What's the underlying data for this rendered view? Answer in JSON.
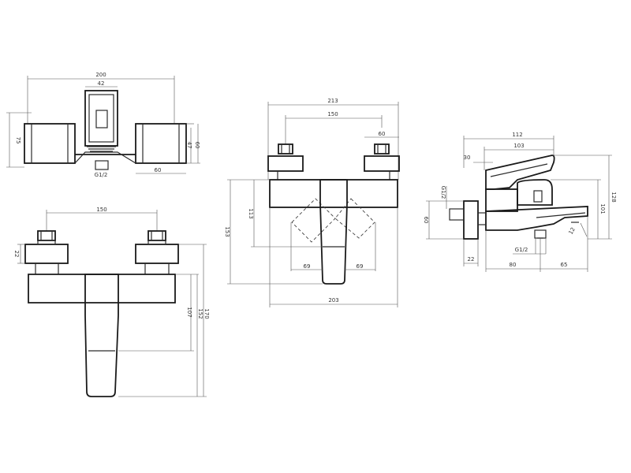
{
  "views": {
    "top": {
      "overall_width": "200",
      "center_width": "42",
      "depth_left": "75",
      "depth_right_a": "47",
      "depth_right_b": "60",
      "side_width": "60",
      "connection": "G1/2"
    },
    "front": {
      "centers": "150",
      "nut_height": "22",
      "lever_height": "107",
      "body_height_a": "152",
      "body_height_b": "170"
    },
    "open": {
      "overall_top": "213",
      "centers": "150",
      "nut_width": "60",
      "height_a": "113",
      "height_b": "153",
      "swing_left": "69",
      "swing_right": "69",
      "overall_bottom": "203"
    },
    "side": {
      "depth_total": "112",
      "depth_body": "103",
      "offset": "30",
      "inlet_thread": "G1/2",
      "inlet_height": "60",
      "height_total": "128",
      "height_body": "101",
      "wall_gap": "22",
      "outlet_thread": "G1/2",
      "depth_rear": "80",
      "depth_spout": "65",
      "spout_angle": "12"
    }
  }
}
